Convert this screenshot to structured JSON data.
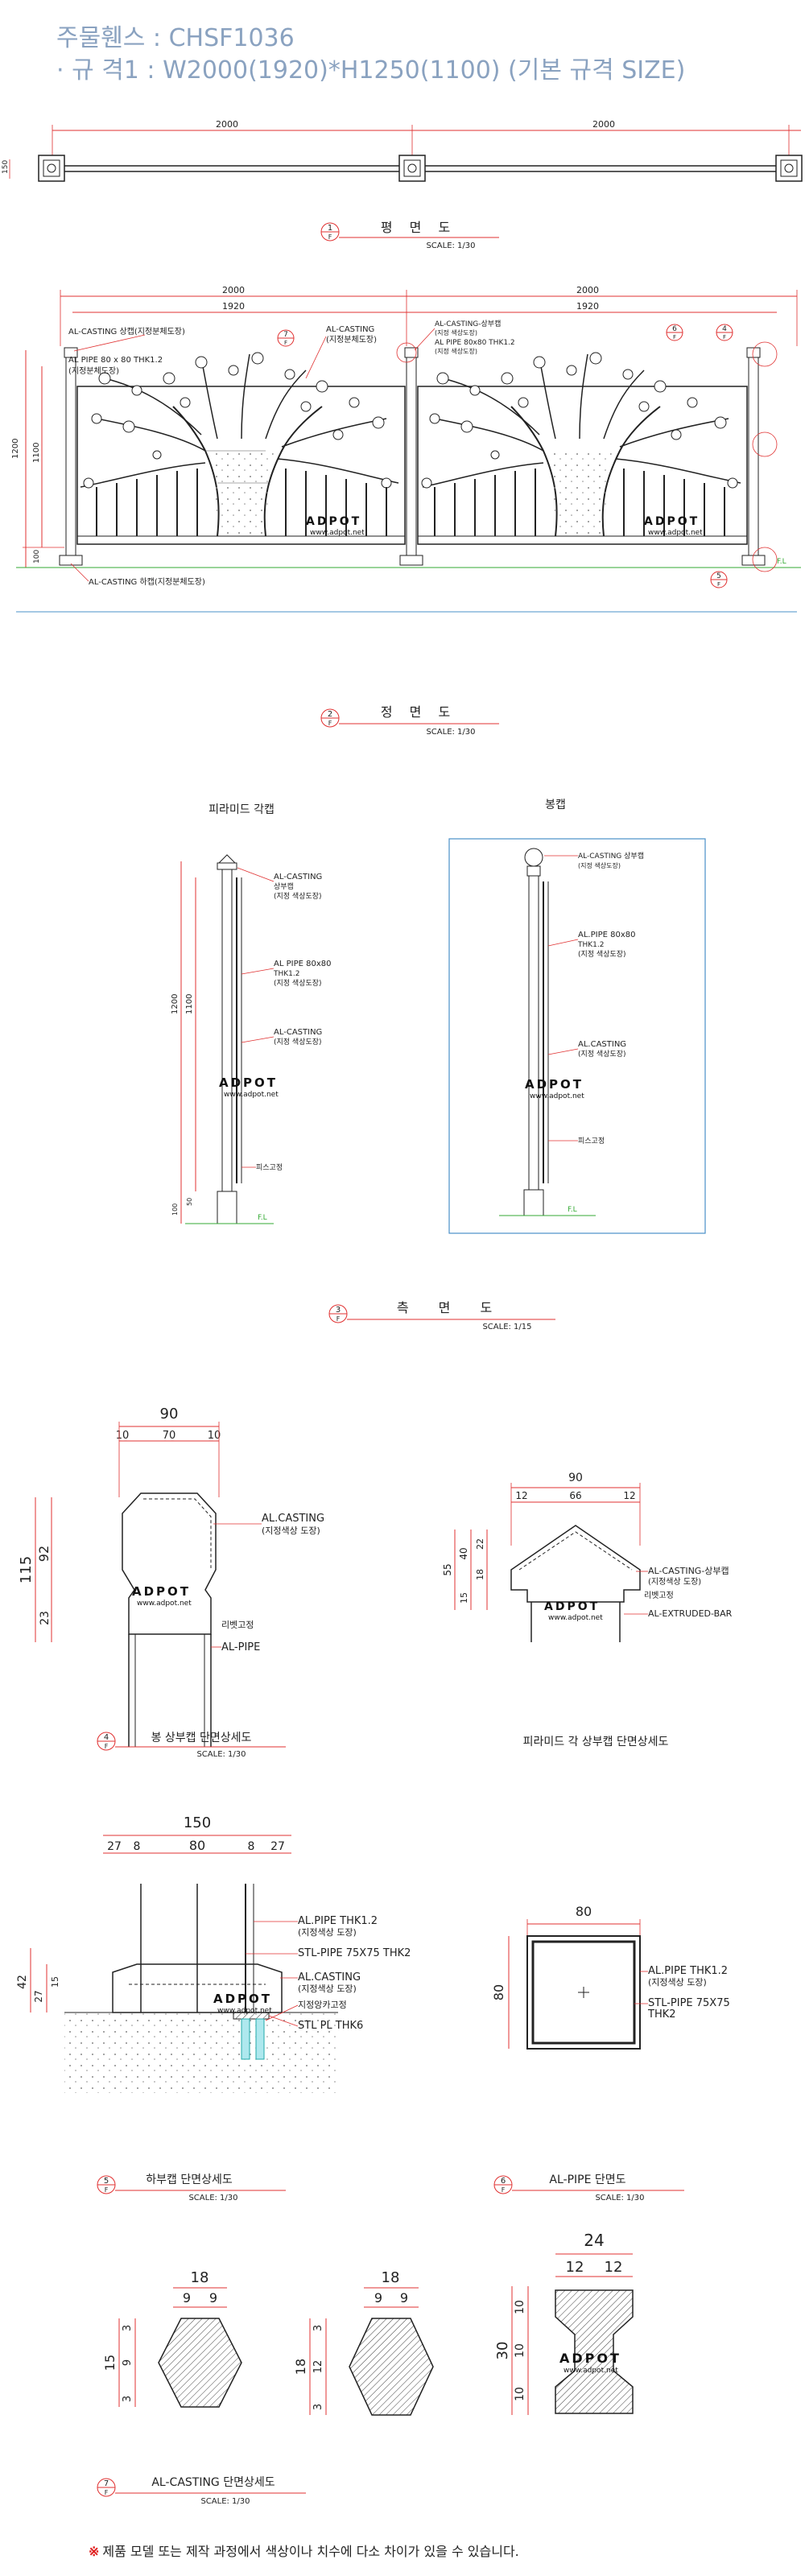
{
  "header": {
    "product": "주물휀스 : CHSF1036",
    "spec": "· 규 격1 : W2000(1920)*H1250(1100)  (기본 규격 SIZE)"
  },
  "brand": {
    "name": "ADPOT",
    "url": "www.adpot.net",
    "colors": {
      "primary": "#111111",
      "accent": "#e02020"
    }
  },
  "colors": {
    "line": "#222222",
    "dim": "#e03030",
    "ground": "#33aa33",
    "frame": "#4a90c8",
    "header": "#8aa2c0"
  },
  "plan": {
    "dims": [
      "2000",
      "2000"
    ],
    "side_dim": "150",
    "title": {
      "num": "1",
      "sub": "F",
      "label": "평 면 도",
      "scale": "SCALE: 1/30"
    }
  },
  "front": {
    "dims_top": [
      "2000",
      "2000"
    ],
    "dims_inner": [
      "1920",
      "1920"
    ],
    "labels": {
      "cap": "AL-CASTING 상캡(지정분체도장)",
      "pipe": "AL PIPE 80 x 80 THK1.2",
      "paint": "(지정분체도장)",
      "casting": "AL-CASTING",
      "casting_paint": "(지정분체도장)",
      "r_cap": "AL-CASTING-상부캡",
      "r_cap_paint": "(지정 색상도장)",
      "r_pipe": "AL PIPE 80x80 THK1.2",
      "r_pipe_paint": "(지정 색상도장)",
      "bottom": "AL-CASTING 하캡(지정분체도장)",
      "fl": "F.L"
    },
    "vdims": [
      "1200",
      "1100",
      "100"
    ],
    "callouts": [
      "7",
      "6",
      "4",
      "5"
    ],
    "callout_sub": "F",
    "title": {
      "num": "2",
      "sub": "F",
      "label": "정 면 도",
      "scale": "SCALE: 1/30"
    }
  },
  "side": {
    "left_title": "피라미드 각캡",
    "right_title": "봉캡",
    "left_labels": {
      "cap": "AL-CASTING",
      "cap2": "상부캡",
      "cap3": "(지정 색상도장)",
      "pipe": "AL PIPE 80x80",
      "pipe2": "THK1.2",
      "pipe3": "(지정 색상도장)",
      "casting": "AL-CASTING",
      "casting2": "(지정 색상도장)",
      "screw": "피스고정",
      "fl": "F.L"
    },
    "right_labels": {
      "cap": "AL-CASTING 상부캡",
      "cap2": "(지정 색상도장)",
      "pipe": "AL.PIPE 80x80",
      "pipe2": "THK1.2",
      "pipe3": "(지정 색상도장)",
      "casting": "AL.CASTING",
      "casting2": "(지정 색상도장)",
      "screw": "피스고정",
      "fl": "F.L"
    },
    "vdims": [
      "1200",
      "1100",
      "50",
      "100"
    ],
    "title": {
      "num": "3",
      "sub": "F",
      "label": "측 면 도",
      "scale": "SCALE: 1/15"
    }
  },
  "detail4": {
    "dims": [
      "90",
      "10",
      "70",
      "10",
      "115",
      "92",
      "23"
    ],
    "labels": {
      "casting": "AL.CASTING",
      "paint": "(지정색상 도장)",
      "rivet": "리벳고정",
      "pipe": "AL-PIPE"
    },
    "title": {
      "num": "4",
      "sub": "F",
      "label": "봉 상부캡 단면상세도",
      "scale": "SCALE: 1/30"
    }
  },
  "detail_pyramid": {
    "dims": [
      "90",
      "12",
      "66",
      "12",
      "55",
      "40",
      "22",
      "18",
      "15"
    ],
    "labels": {
      "casting": "AL-CASTING-상부캡",
      "paint": "(지정색상 도장)",
      "rivet": "리벳고정",
      "bar": "AL-EXTRUDED-BAR"
    },
    "title": "피라미드 각 상부캡 단면상세도"
  },
  "detail5": {
    "dims": [
      "150",
      "27",
      "8",
      "80",
      "8",
      "27",
      "42",
      "27",
      "15"
    ],
    "labels": {
      "pipe": "AL.PIPE THK1.2",
      "pipe_paint": "(지정색상 도장)",
      "stl": "STL-PIPE 75X75 THK2",
      "casting": "AL.CASTING",
      "casting_paint": "(지정색상 도장)",
      "anchor": "지정앙카고정",
      "plate": "STL PL THK6"
    },
    "title": {
      "num": "5",
      "sub": "F",
      "label": "하부캡 단면상세도",
      "scale": "SCALE: 1/30"
    }
  },
  "detail6": {
    "dims": [
      "80",
      "80"
    ],
    "labels": {
      "pipe": "AL.PIPE THK1.2",
      "pipe_paint": "(지정색상 도장)",
      "stl": "STL-PIPE 75X75",
      "stl2": "THK2"
    },
    "title": {
      "num": "6",
      "sub": "F",
      "label": "AL-PIPE 단면도",
      "scale": "SCALE: 1/30"
    }
  },
  "detail7": {
    "a": [
      "18",
      "9",
      "9",
      "15",
      "3",
      "9",
      "3"
    ],
    "b": [
      "18",
      "9",
      "9",
      "18",
      "3",
      "12",
      "3"
    ],
    "c": [
      "24",
      "12",
      "12",
      "30",
      "10",
      "10",
      "10"
    ],
    "title": {
      "num": "7",
      "sub": "F",
      "label": "AL-CASTING 단면상세도",
      "scale": "SCALE: 1/30"
    }
  },
  "note": {
    "mark": "※",
    "text": "제품 모델 또는 제작 과정에서 색상이나 치수에 다소 차이가 있을 수 있습니다."
  }
}
